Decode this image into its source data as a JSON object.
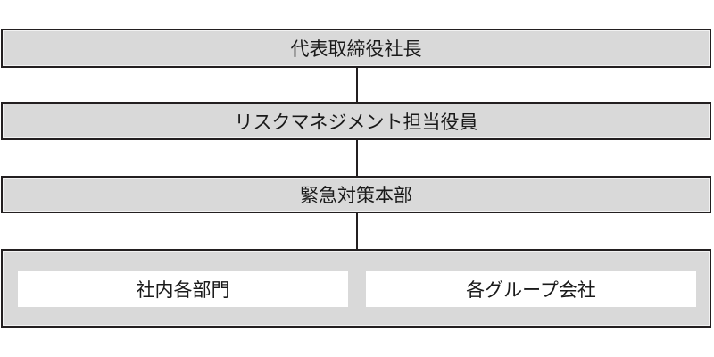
{
  "nodes": {
    "president": "代表取締役社長",
    "risk_officer": "リスクマネジメント担当役員",
    "emergency_hq": "緊急対策本部",
    "internal_departments": "社内各部門",
    "group_companies": "各グループ会社"
  },
  "colors": {
    "box_fill": "#d9d9d9",
    "border": "#231f20",
    "inner_fill": "#ffffff"
  }
}
